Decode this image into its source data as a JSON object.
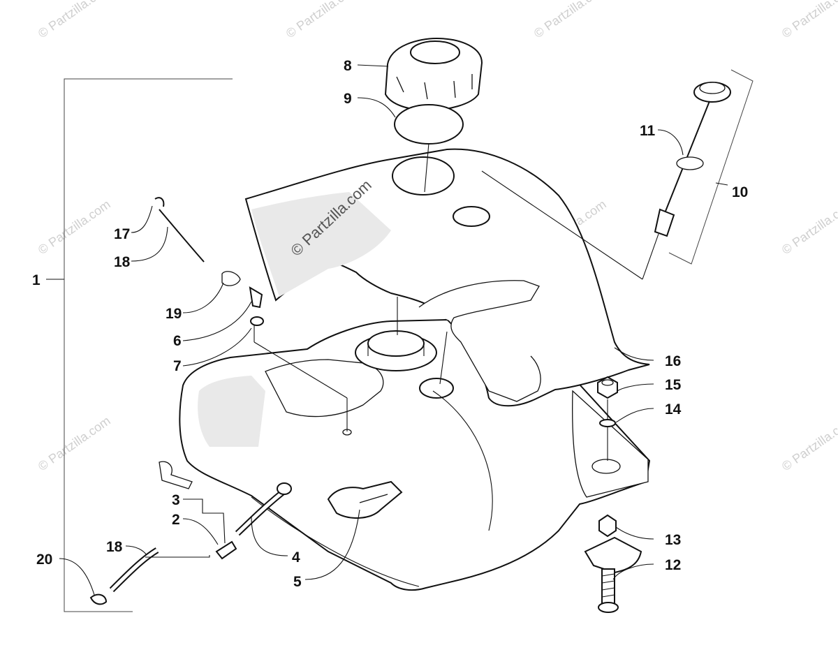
{
  "watermark": {
    "small_text": "© Partzilla.com",
    "center_text": "© Partzilla.com"
  },
  "callouts": {
    "c1": "1",
    "c2": "2",
    "c3": "3",
    "c4": "4",
    "c5": "5",
    "c6": "6",
    "c7": "7",
    "c8": "8",
    "c9": "9",
    "c10": "10",
    "c11": "11",
    "c12": "12",
    "c13": "13",
    "c14": "14",
    "c15": "15",
    "c16": "16",
    "c17": "17",
    "c18a": "18",
    "c18b": "18",
    "c19": "19",
    "c20": "20"
  }
}
